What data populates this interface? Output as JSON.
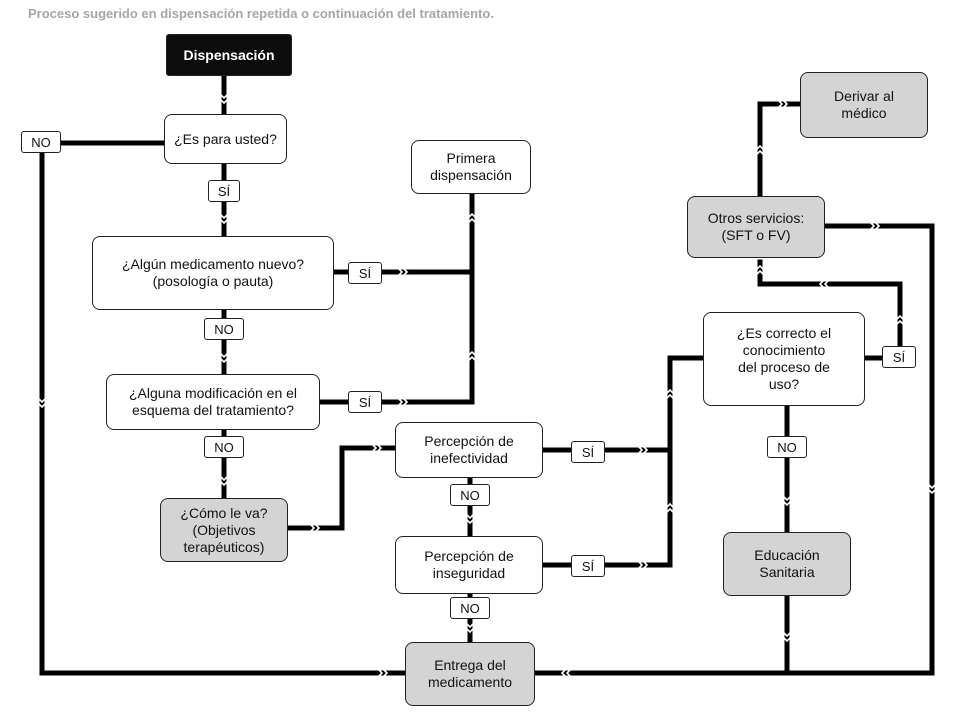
{
  "title": "Proceso sugerido en dispensación repetida o continuación del tratamiento.",
  "nodes": {
    "dispensacion": "Dispensación",
    "es_para_usted": "¿Es para usted?",
    "primera_dispensacion": "Primera\ndispensación",
    "medicamento_nuevo": "¿Algún medicamento nuevo?\n(posología o pauta)",
    "modificacion": "¿Alguna modificación en el\nesquema del tratamiento?",
    "como_le_va": "¿Cómo le va?\n(Objetivos\nterapéuticos)",
    "inefectividad": "Percepción de\ninefectividad",
    "inseguridad": "Percepción de\ninseguridad",
    "entrega": "Entrega del\nmedicamento",
    "derivar": "Derivar al\nmédico",
    "otros_servicios": "Otros servicios:\n(SFT o FV)",
    "es_correcto": "¿Es correcto el\nconocimiento\ndel proceso de\nuso?",
    "educacion": "Educación\nSanitaria"
  },
  "labels": {
    "no": "NO",
    "si": "SÍ"
  }
}
